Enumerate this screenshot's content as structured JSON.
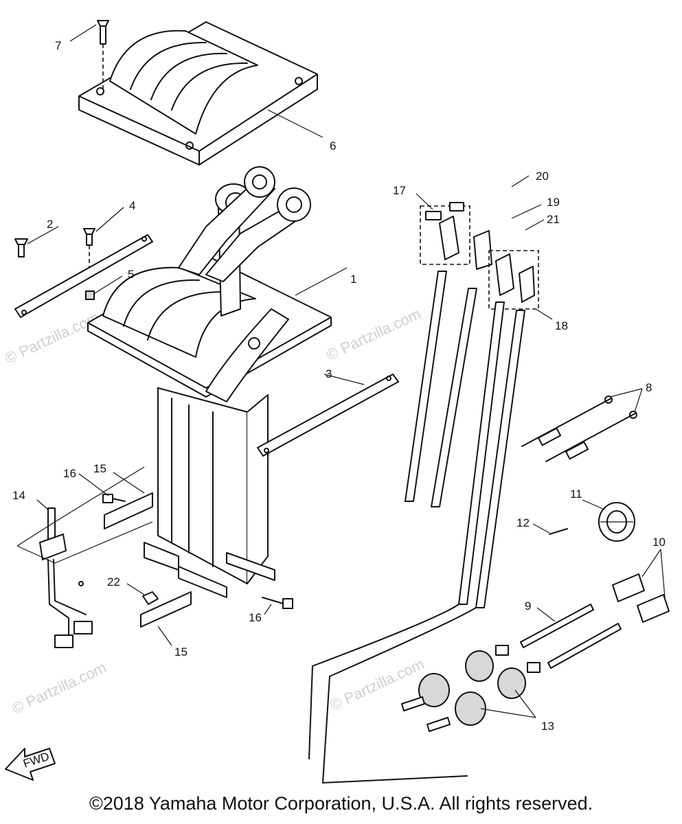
{
  "watermark": "© Partzilla.com",
  "fwd_label": "FWD",
  "copyright": "©2018  Yamaha Motor Corporation, U.S.A. All rights reserved.",
  "callouts": {
    "c1": "1",
    "c2": "2",
    "c3": "3",
    "c4": "4",
    "c5": "5",
    "c6": "6",
    "c7": "7",
    "c8": "8",
    "c9": "9",
    "c10": "10",
    "c11": "11",
    "c12": "12",
    "c13": "13",
    "c14": "14",
    "c15a": "15",
    "c15b": "15",
    "c16a": "16",
    "c16b": "16",
    "c17": "17",
    "c18": "18",
    "c19": "19",
    "c20": "20",
    "c21": "21",
    "c22": "22"
  }
}
